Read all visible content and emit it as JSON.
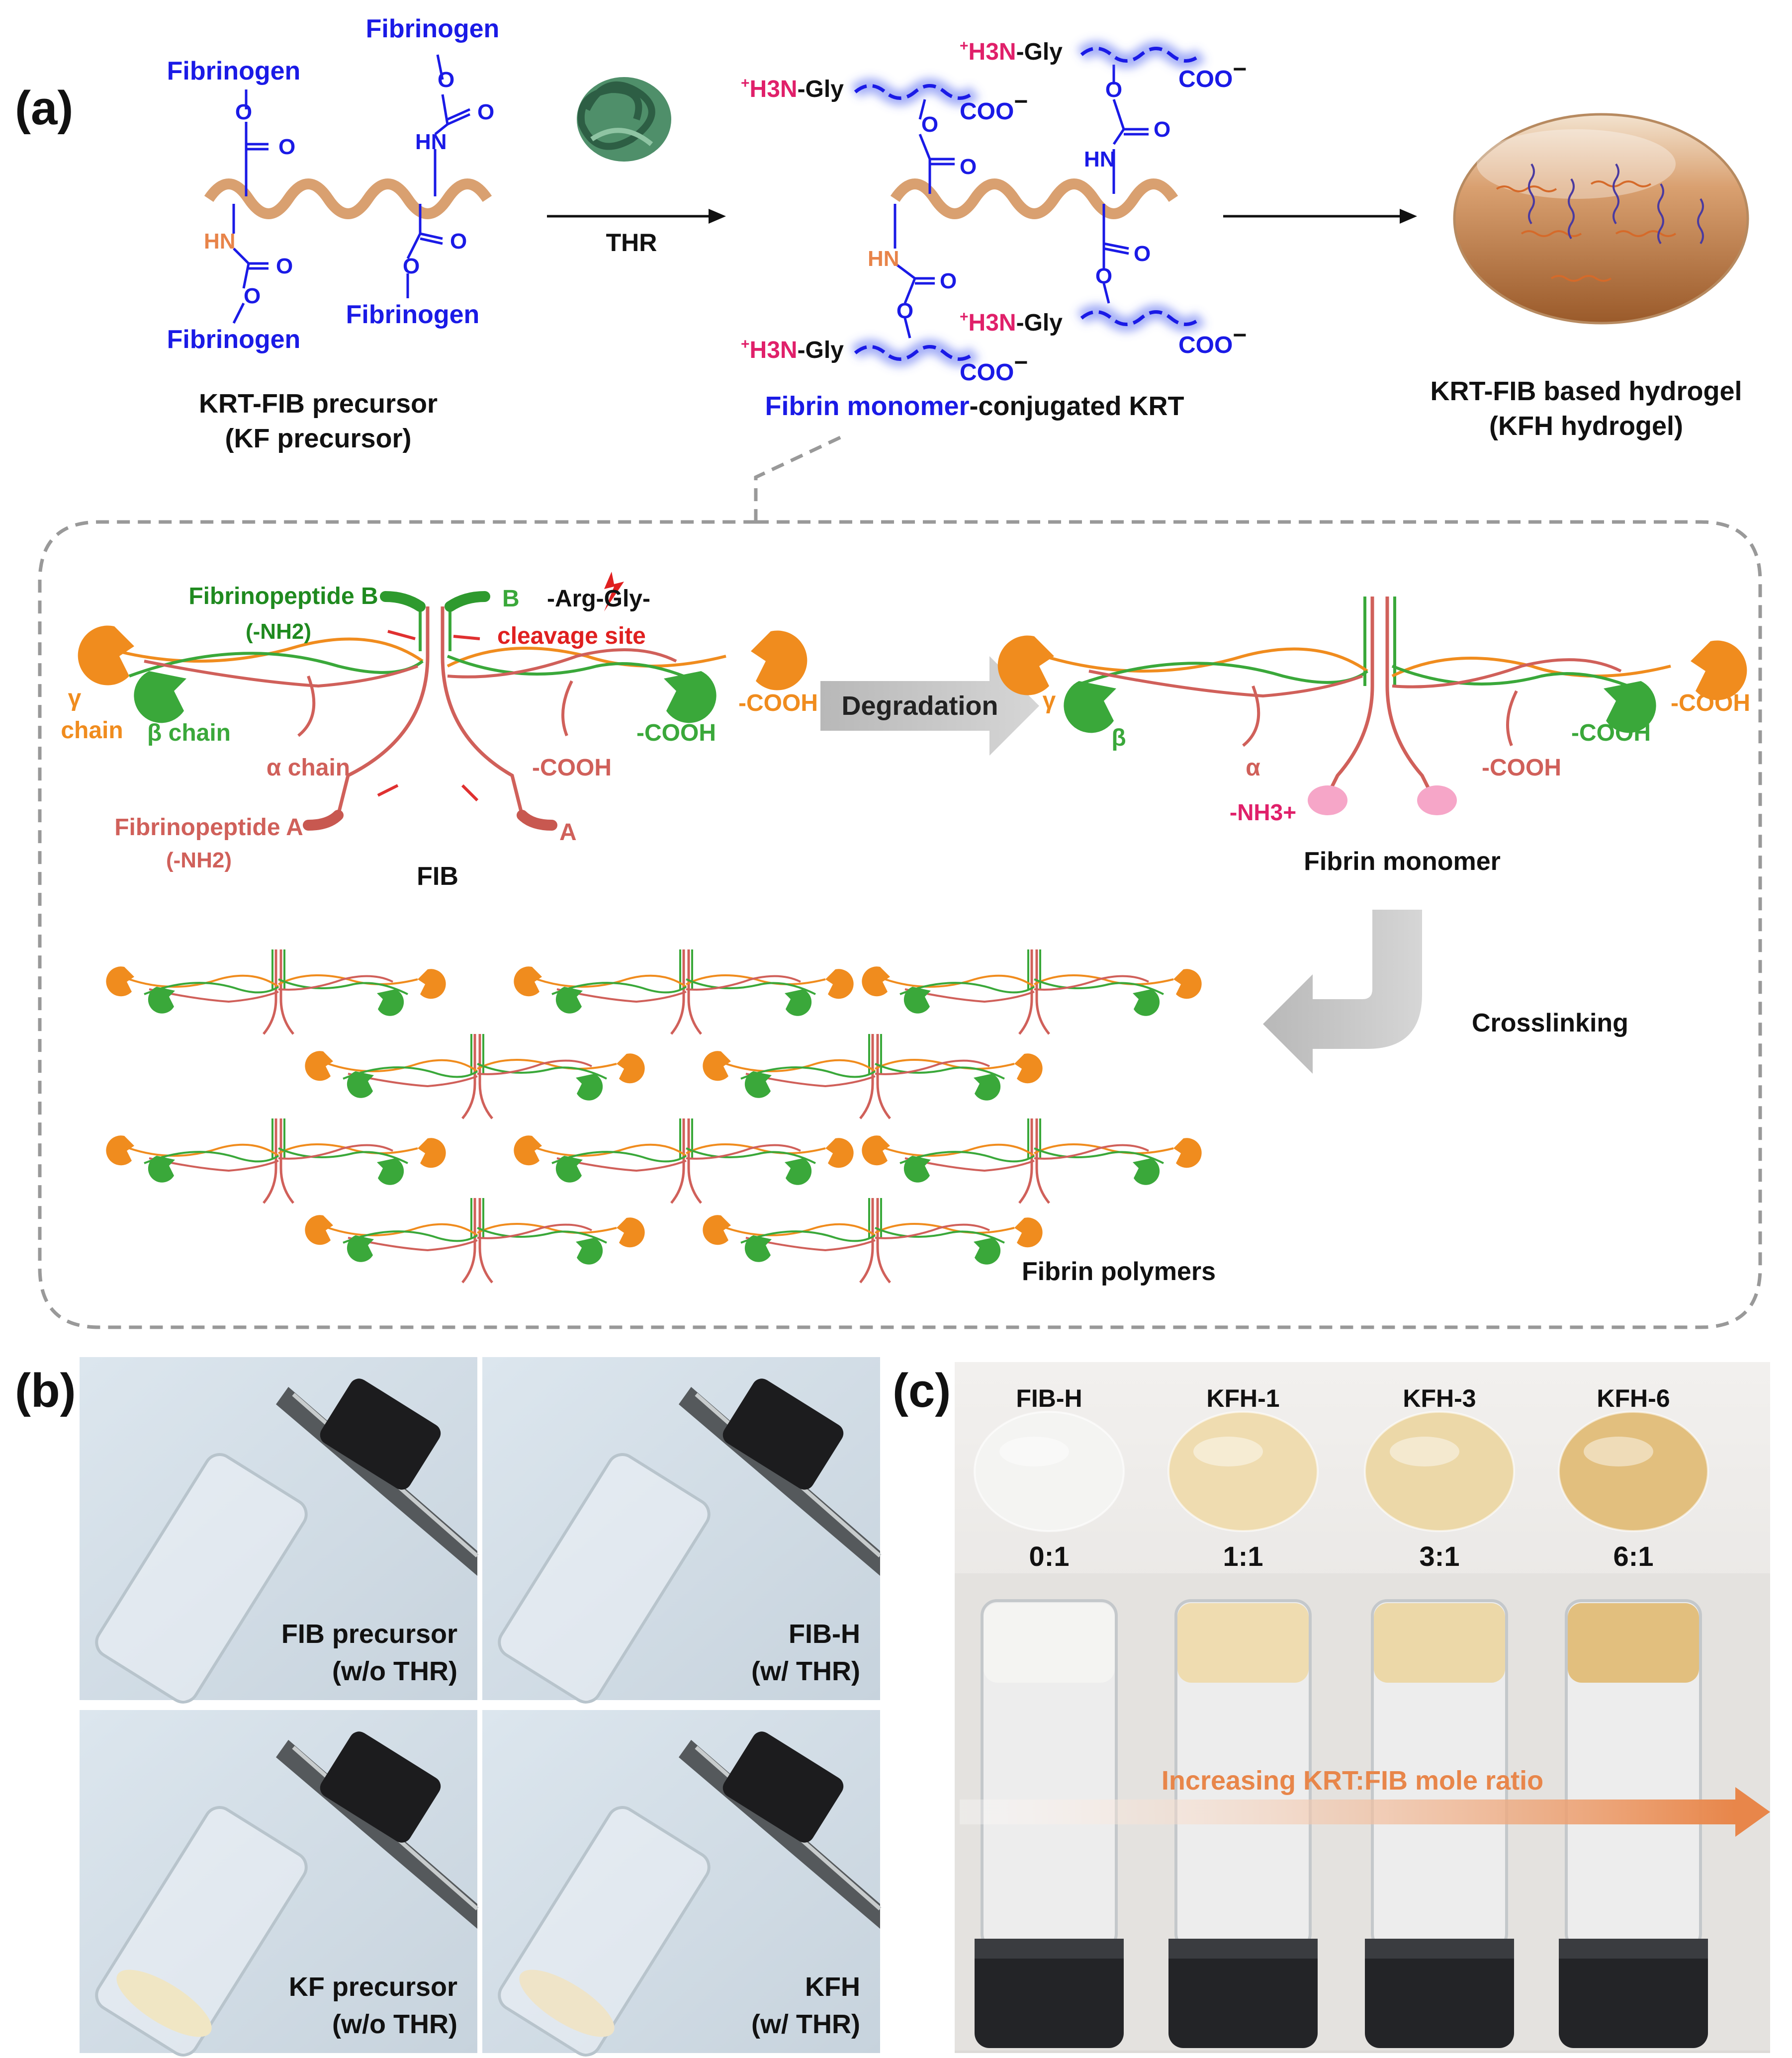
{
  "panel_a": {
    "letter": "(a)",
    "precursor": {
      "fibrinogen_labels": [
        "Fibrinogen",
        "Fibrinogen",
        "Fibrinogen",
        "Fibrinogen"
      ],
      "atom_o": "O",
      "atom_hn": "HN",
      "caption_line1": "KRT-FIB precursor",
      "caption_line2": "(KF precursor)"
    },
    "arrow_label": "THR",
    "conjugate": {
      "cation_prefix": "+",
      "cation_formula": "H3N",
      "cation_suffix": "-Gly",
      "anion": "COO",
      "anion_sup": "−",
      "caption_highlight": "Fibrin monomer",
      "caption_rest": "-conjugated KRT"
    },
    "hydrogel": {
      "caption_line1": "KRT-FIB based hydrogel",
      "caption_line2": "(KFH hydrogel)"
    },
    "fib": {
      "fibrinopeptide_b": "Fibrinopeptide B",
      "nh2_b": "(-NH2)",
      "b_short": "B",
      "arg_gly": "-Arg-Gly-",
      "cleavage": "cleavage site",
      "gamma_chain": "γ",
      "chain_word": "chain",
      "beta_chain": "β chain",
      "alpha_chain": "α chain",
      "cooh": "-COOH",
      "fibrinopeptide_a": "Fibrinopeptide A",
      "nh2_a": "(-NH2)",
      "a_short": "A",
      "name": "FIB"
    },
    "degradation": "Degradation",
    "monomer": {
      "gamma": "γ",
      "beta": "β",
      "alpha": "α",
      "nh3": "-NH3+",
      "cooh": "-COOH",
      "name": "Fibrin monomer"
    },
    "crosslinking": "Crosslinking",
    "polymers": "Fibrin polymers"
  },
  "panel_b": {
    "letter": "(b)",
    "photos": [
      {
        "line1": "FIB precursor",
        "line2": "(w/o THR)"
      },
      {
        "line1": "FIB-H",
        "line2": "(w/ THR)"
      },
      {
        "line1": "KF precursor",
        "line2": "(w/o THR)"
      },
      {
        "line1": "KFH",
        "line2": "(w/ THR)"
      }
    ]
  },
  "panel_c": {
    "letter": "(c)",
    "samples": [
      {
        "name": "FIB-H",
        "ratio": "0:1",
        "color": "#f4f4f2"
      },
      {
        "name": "KFH-1",
        "ratio": "1:1",
        "color": "#efdcb0"
      },
      {
        "name": "KFH-3",
        "ratio": "3:1",
        "color": "#ecd8a8"
      },
      {
        "name": "KFH-6",
        "ratio": "6:1",
        "color": "#e2bf7e"
      }
    ],
    "arrow_label": "Increasing KRT:FIB mole ratio"
  },
  "colors": {
    "blue": "#1a1ae6",
    "orange": "#f08c1e",
    "green": "#3aa83a",
    "red_chain": "#d0605a",
    "magenta": "#e0206a",
    "krt": "#d9a070",
    "dark_green": "#1f8a1f",
    "arrow_orange": "#e8905a"
  }
}
